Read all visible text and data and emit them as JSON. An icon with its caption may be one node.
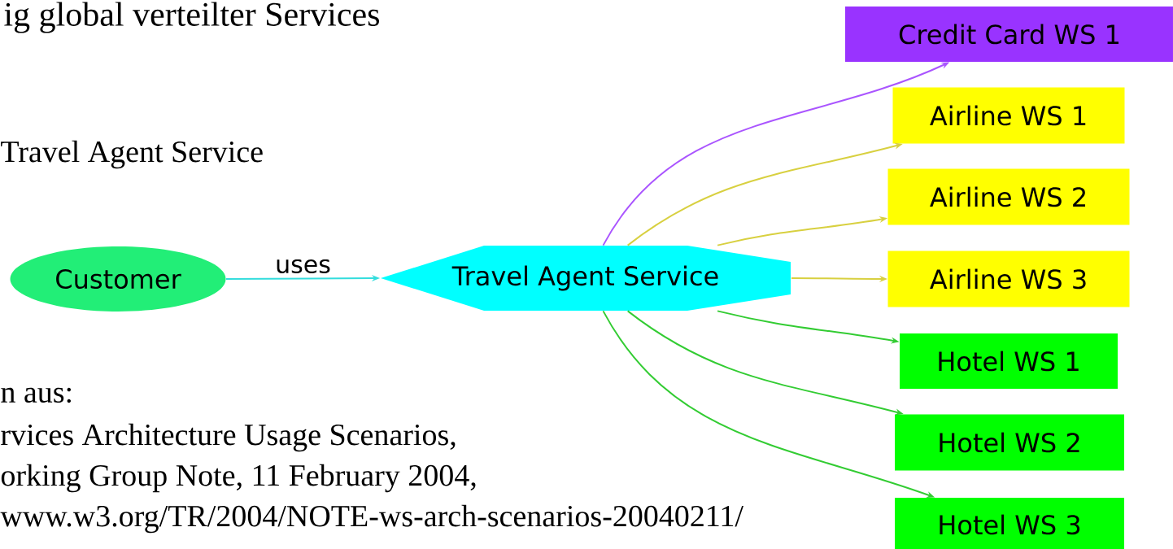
{
  "diagram": {
    "title": "ig global verteilter Services",
    "nodes": [
      {
        "text": [
          "Customer"
        ]
      },
      {
        "text": [
          "Travel Agent Service"
        ]
      },
      {
        "text": [
          "Credit Card WS 1"
        ]
      },
      {
        "text": [
          "Airline WS 1"
        ]
      },
      {
        "text": [
          "Airline WS 2"
        ]
      },
      {
        "text": [
          "Airline WS 3"
        ]
      },
      {
        "text": [
          "Hotel WS 1"
        ]
      },
      {
        "text": [
          "Hotel WS 2"
        ]
      },
      {
        "text": [
          "Hotel WS 3"
        ]
      }
    ],
    "edges": [
      {
        "from": 0,
        "to": 1,
        "arrow": "to",
        "label": "uses",
        "color": "#33dddd"
      },
      {
        "from": 1,
        "to": 2,
        "arrow": "to",
        "color": "#aa55ff"
      },
      {
        "from": 1,
        "to": 3,
        "arrow": "to",
        "color": "#d8d040"
      },
      {
        "from": 1,
        "to": 4,
        "arrow": "to",
        "color": "#d8d040"
      },
      {
        "from": 1,
        "to": 5,
        "arrow": "to",
        "color": "#d8d040"
      },
      {
        "from": 1,
        "to": 6,
        "arrow": "to",
        "color": "#33cc33"
      },
      {
        "from": 1,
        "to": 7,
        "arrow": "to",
        "color": "#33cc33"
      },
      {
        "from": 1,
        "to": 8,
        "arrow": "to",
        "color": "#33cc33"
      }
    ],
    "labels": [
      "Travel Agent Service",
      "n aus:",
      "rvices Architecture Usage Scenarios,",
      "orking Group Note, 11 February 2004,",
      "www.w3.org/TR/2004/NOTE-ws-arch-scenarios-20040211/"
    ]
  }
}
